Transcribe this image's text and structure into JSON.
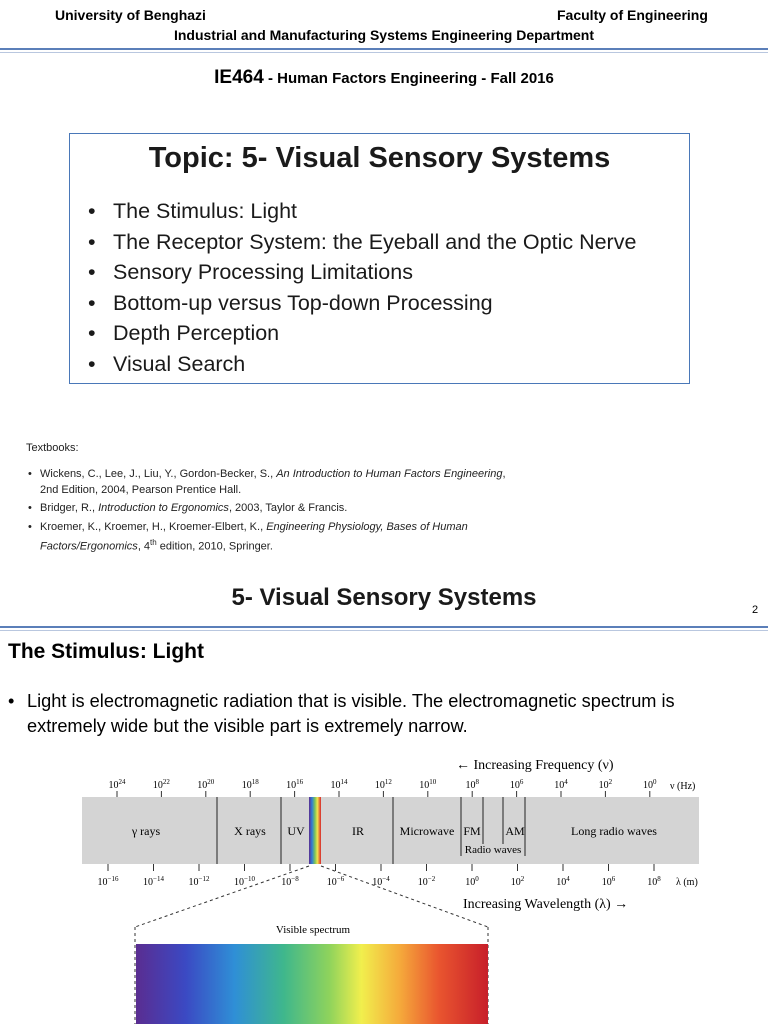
{
  "header": {
    "university": "University of Benghazi",
    "faculty": "Faculty of Engineering",
    "department": "Industrial and Manufacturing Systems Engineering Department",
    "course_code": "IE464",
    "course_rest": " -  Human Factors Engineering - Fall 2016"
  },
  "topic": {
    "title": "Topic:  5- Visual Sensory Systems",
    "items": [
      "The Stimulus: Light",
      "The Receptor System: the Eyeball and the Optic Nerve",
      "Sensory Processing Limitations",
      "Bottom-up versus Top-down Processing",
      "Depth Perception",
      "Visual Search"
    ]
  },
  "textbooks": {
    "title": "Textbooks:",
    "refs": [
      {
        "pre": "Wickens, C., Lee, J., Liu, Y., Gordon-Becker, S., ",
        "ital": "An Introduction to Human Factors Engineering",
        "post": ", 2nd Edition, 2004, Pearson Prentice Hall.",
        "sup": ""
      },
      {
        "pre": "Bridger, R., ",
        "ital": "Introduction to Ergonomics",
        "post": ", 2003, Taylor & Francis.",
        "sup": ""
      },
      {
        "pre": "Kroemer, K., Kroemer, H., Kroemer-Elbert, K., ",
        "ital": "Engineering Physiology, Bases of Human Factors/Ergonomics",
        "post": ", 4",
        "sup": "th",
        "post2": " edition, 2010, Springer."
      }
    ]
  },
  "slide2": {
    "title": "5- Visual Sensory Systems",
    "page_number": "2",
    "heading": "The Stimulus: Light",
    "para_line1": "Light is electromagnetic radiation that is visible. The electromagnetic spectrum is",
    "para_line2": "extremely wide but the visible part is extremely narrow."
  },
  "spectrum": {
    "freq_caption": "← Increasing Frequency (ν)",
    "freq_unit": "ν (Hz)",
    "freq_ticks": [
      {
        "base": "10",
        "exp": "24"
      },
      {
        "base": "10",
        "exp": "22"
      },
      {
        "base": "10",
        "exp": "20"
      },
      {
        "base": "10",
        "exp": "18"
      },
      {
        "base": "10",
        "exp": "16"
      },
      {
        "base": "10",
        "exp": "14"
      },
      {
        "base": "10",
        "exp": "12"
      },
      {
        "base": "10",
        "exp": "10"
      },
      {
        "base": "10",
        "exp": "8"
      },
      {
        "base": "10",
        "exp": "6"
      },
      {
        "base": "10",
        "exp": "4"
      },
      {
        "base": "10",
        "exp": "2"
      },
      {
        "base": "10",
        "exp": "0"
      }
    ],
    "wave_unit": "λ (m)",
    "wave_ticks": [
      {
        "base": "10",
        "exp": "−16"
      },
      {
        "base": "10",
        "exp": "−14"
      },
      {
        "base": "10",
        "exp": "−12"
      },
      {
        "base": "10",
        "exp": "−10"
      },
      {
        "base": "10",
        "exp": "−8"
      },
      {
        "base": "10",
        "exp": "−6"
      },
      {
        "base": "10",
        "exp": "−4"
      },
      {
        "base": "10",
        "exp": "−2"
      },
      {
        "base": "10",
        "exp": "0"
      },
      {
        "base": "10",
        "exp": "2"
      },
      {
        "base": "10",
        "exp": "4"
      },
      {
        "base": "10",
        "exp": "6"
      },
      {
        "base": "10",
        "exp": "8"
      }
    ],
    "wave_caption": "Increasing Wavelength (λ) →",
    "bands": [
      "γ rays",
      "X rays",
      "UV",
      "IR",
      "Microwave",
      "FM",
      "AM",
      "Long radio waves"
    ],
    "radio_label": "Radio waves",
    "visible_label": "Visible spectrum",
    "colors": {
      "band_fill": "#d4d4d4",
      "rule": "#5b7fb9"
    }
  }
}
